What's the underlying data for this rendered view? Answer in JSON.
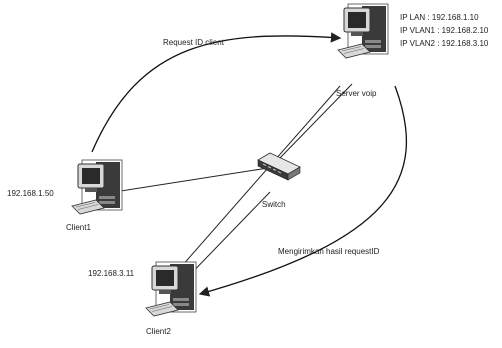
{
  "server": {
    "name": "Server voip",
    "ip_lan": "IP LAN : 192.168.1.10",
    "ip_vlan1": "IP VLAN1 : 192.168.2.10",
    "ip_vlan2": "IP VLAN2 : 192.168.3.10"
  },
  "client1": {
    "name": "Client1",
    "ip": "192.168.1.50"
  },
  "client2": {
    "name": "Client2",
    "ip": "192.168.3.11"
  },
  "switch": {
    "name": "Switch"
  },
  "arrows": {
    "request": "Request ID client",
    "response": "Mengirimkan hasil requestID"
  },
  "colors": {
    "line": "#222222",
    "device_dark": "#3a3a3a",
    "device_light": "#d8d8d8"
  }
}
